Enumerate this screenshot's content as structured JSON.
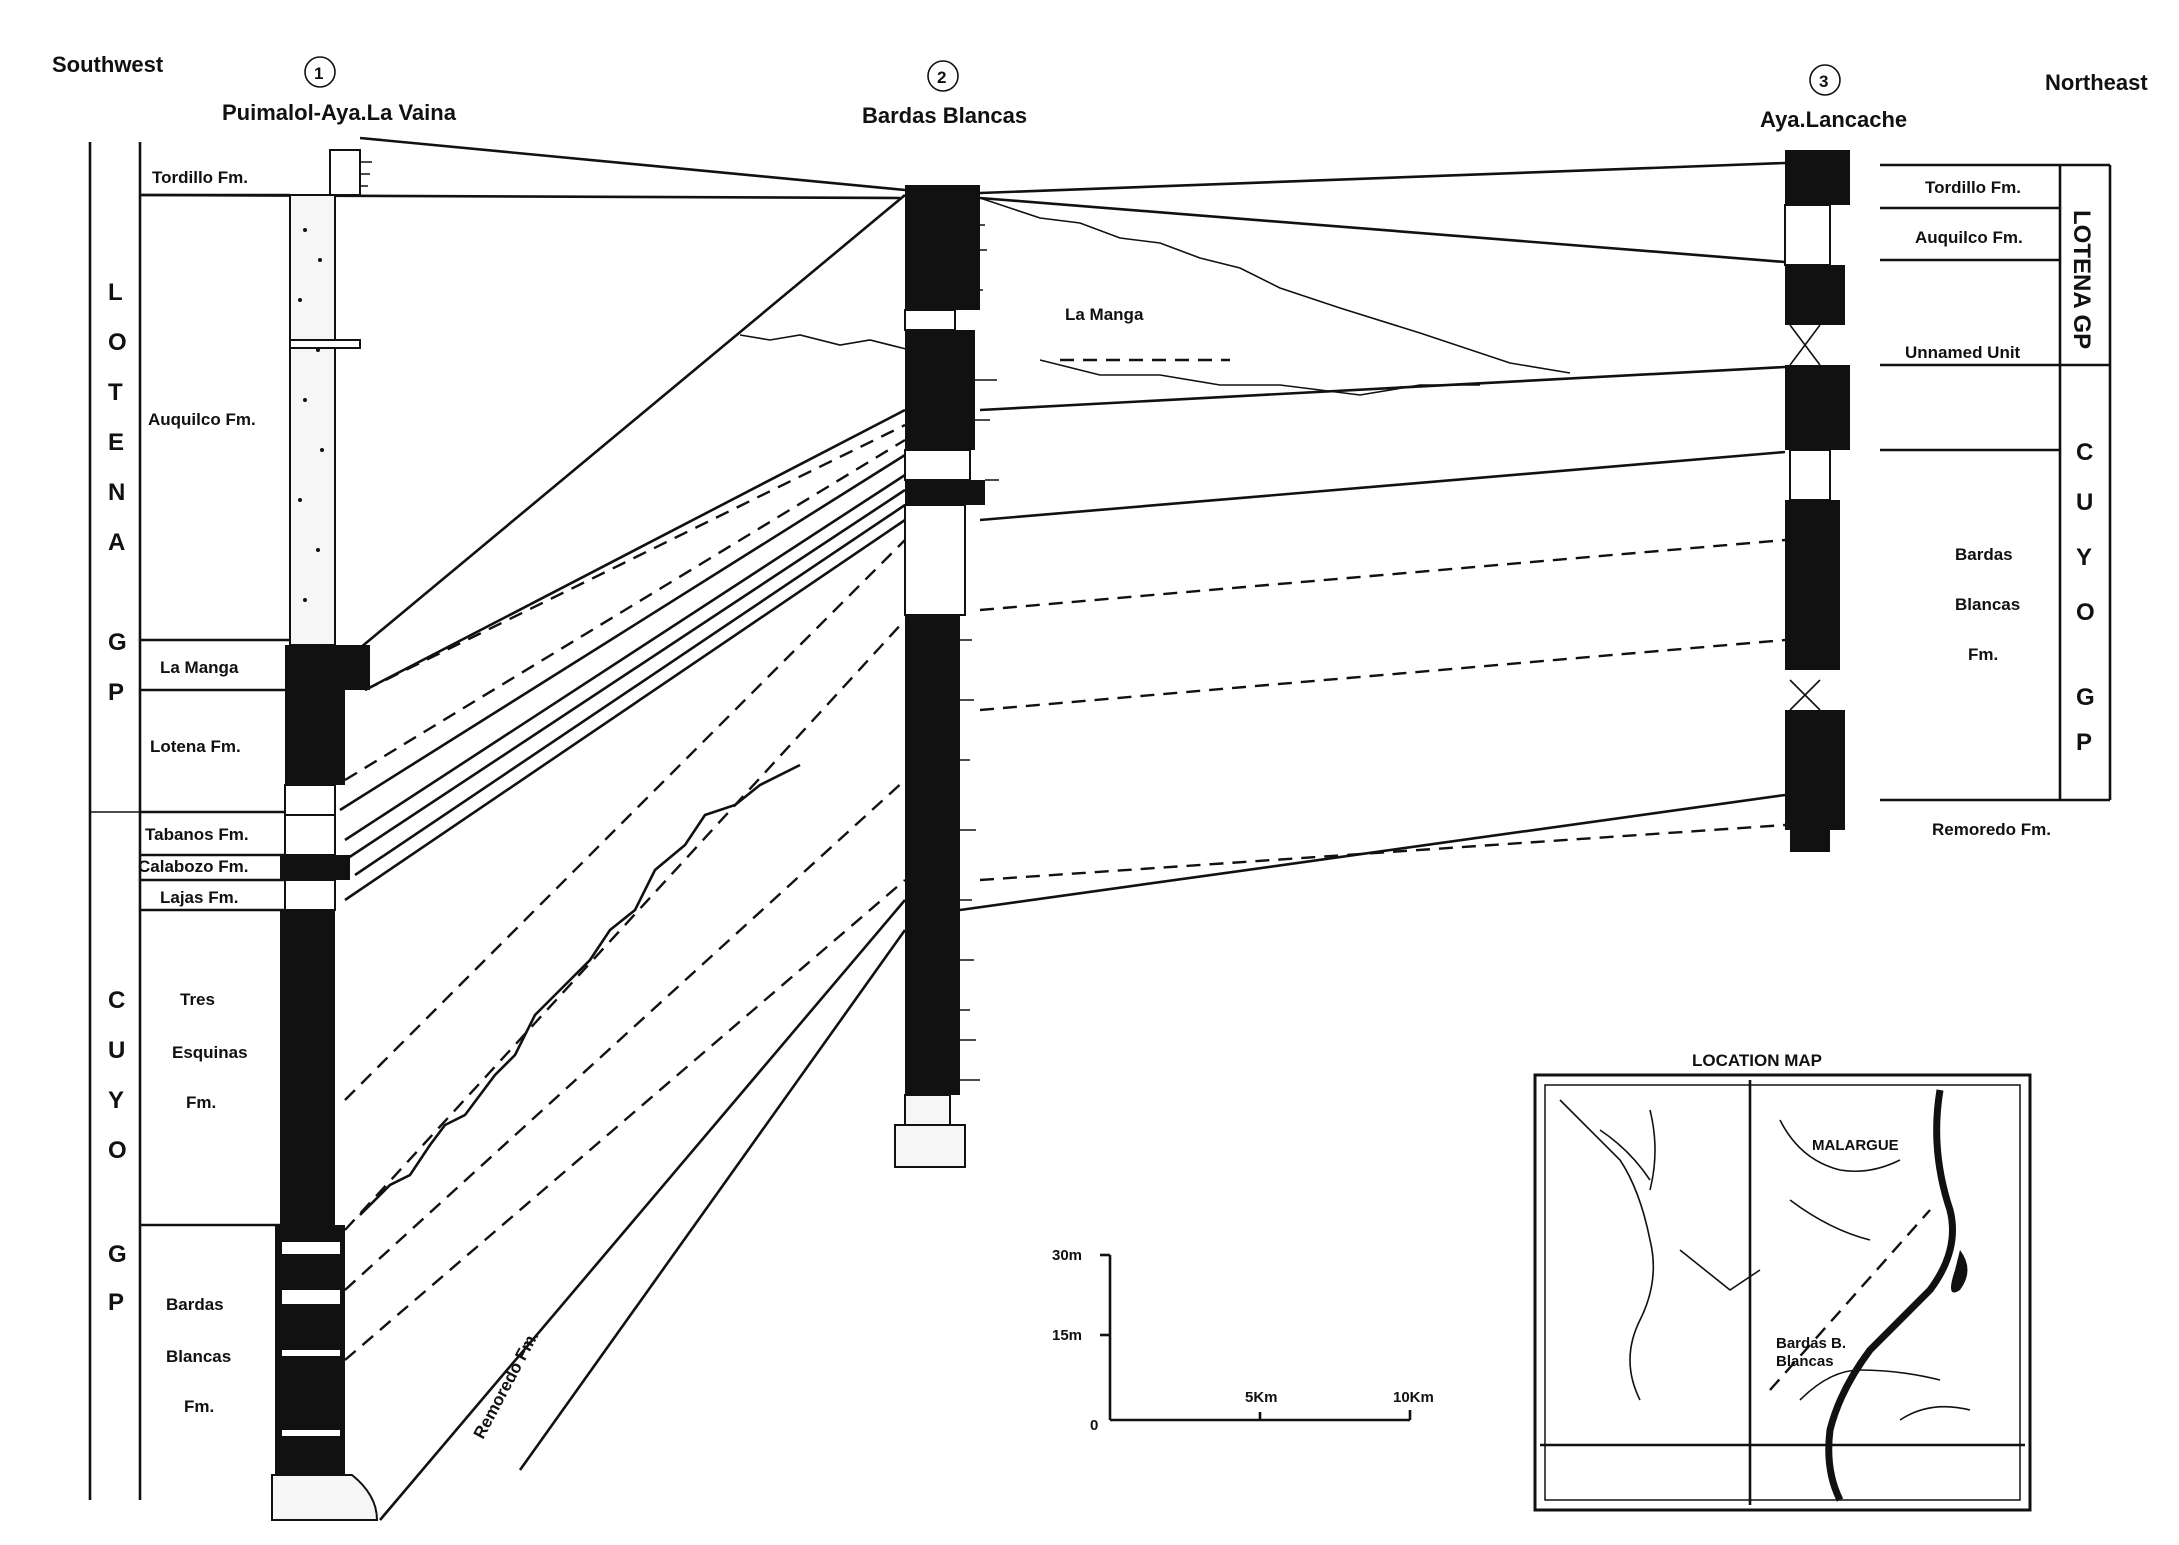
{
  "directions": {
    "left": "Southwest",
    "right": "Northeast"
  },
  "sections": [
    {
      "number": "1",
      "name": "Puimalol-Aya.La Vaina"
    },
    {
      "number": "2",
      "name": "Bardas Blancas"
    },
    {
      "number": "3",
      "name": "Aya.Lancache"
    }
  ],
  "groups": {
    "left_lotena": [
      "L",
      "O",
      "T",
      "E",
      "N",
      "A",
      "",
      "G",
      "P"
    ],
    "left_cuyo": [
      "C",
      "U",
      "Y",
      "O",
      "",
      "G",
      "P"
    ],
    "right_lotena": "LOTENA GP",
    "right_cuyo": [
      "C",
      "U",
      "Y",
      "O",
      "",
      "G",
      "P"
    ]
  },
  "formations_left": {
    "tordillo": "Tordillo Fm.",
    "auquilco": "Auquilco Fm.",
    "la_manga": "La Manga",
    "lotena": "Lotena Fm.",
    "tabanos": "Tabanos Fm.",
    "calabozo": "Calabozo Fm.",
    "lajas": "Lajas Fm.",
    "tres_esquinas": [
      "Tres",
      "Esquinas",
      "Fm."
    ],
    "bardas_blancas": [
      "Bardas",
      "Blancas",
      "Fm."
    ]
  },
  "formations_middle": {
    "la_manga": "La Manga",
    "remoredo": "Remoredo Fm."
  },
  "formations_right": {
    "tordillo": "Tordillo Fm.",
    "auquilco": "Auquilco Fm.",
    "unnamed": "Unnamed Unit",
    "bardas_blancas": [
      "Bardas",
      "Blancas",
      "Fm."
    ],
    "remoredo": "Remoredo Fm."
  },
  "scale_bar": {
    "v_top": "30m",
    "v_mid": "15m",
    "origin": "0",
    "h_mid": "5Km",
    "h_end": "10Km"
  },
  "location_map": {
    "title": "LOCATION MAP",
    "city": "MALARGUE",
    "place": [
      "Bardas B.",
      "Blancas"
    ]
  }
}
